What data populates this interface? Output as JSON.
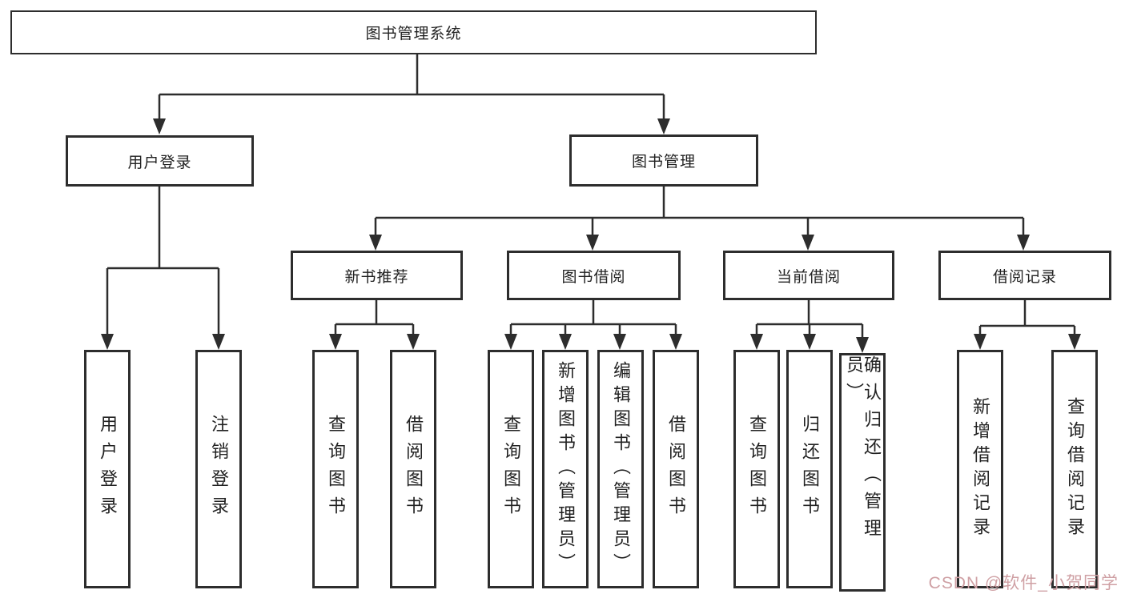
{
  "nodes": {
    "root": "图书管理系统",
    "level2": [
      "用户登录",
      "图书管理"
    ],
    "level3": [
      "新书推荐",
      "图书借阅",
      "当前借阅",
      "借阅记录"
    ],
    "leaves": [
      "用户登录",
      "注销登录",
      "查询图书",
      "借阅图书",
      "查询图书",
      "新增图书（管理员）",
      "编辑图书（管理员）",
      "借阅图书",
      "查询图书",
      "归还图书",
      "确认归还（管理员）",
      "新增借阅记录",
      "查询借阅记录"
    ]
  },
  "watermark": "CSDN @软件_小贺同学",
  "colors": {
    "line": "#2d2d2d",
    "border": "#2d2d2d",
    "text": "#222222",
    "watermark": "#cfa0a4",
    "background": "#ffffff"
  }
}
